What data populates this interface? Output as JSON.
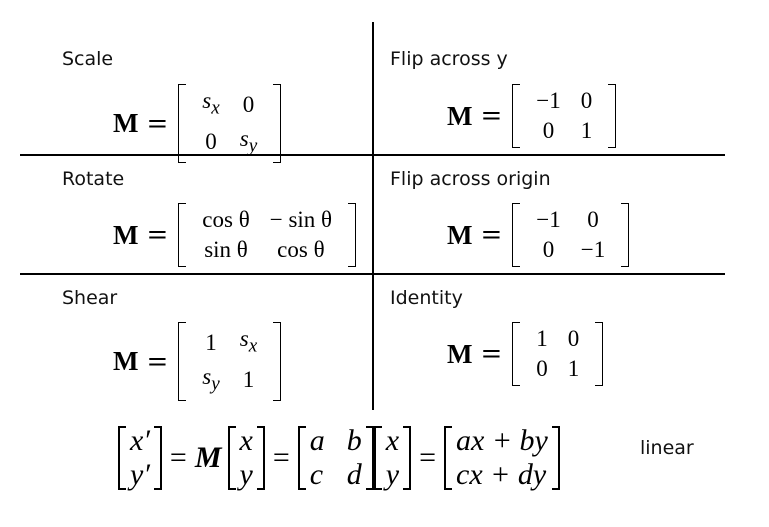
{
  "cells": {
    "scale": {
      "title": "Scale",
      "lhs": "M",
      "rows": [
        [
          "s_x",
          "0"
        ],
        [
          "0",
          "s_y"
        ]
      ]
    },
    "flip_y": {
      "title": "Flip across y",
      "lhs": "M",
      "rows": [
        [
          "−1",
          "0"
        ],
        [
          "0",
          "1"
        ]
      ]
    },
    "rotate": {
      "title": "Rotate",
      "lhs": "M",
      "rows": [
        [
          "cos θ",
          "− sin θ"
        ],
        [
          "sin θ",
          "cos θ"
        ]
      ]
    },
    "flip_origin": {
      "title": "Flip across origin",
      "lhs": "M",
      "rows": [
        [
          "−1",
          "0"
        ],
        [
          "0",
          "−1"
        ]
      ]
    },
    "shear": {
      "title": "Shear",
      "lhs": "M",
      "rows": [
        [
          "1",
          "s_x"
        ],
        [
          "s_y",
          "1"
        ]
      ]
    },
    "identity": {
      "title": "Identity",
      "lhs": "M",
      "rows": [
        [
          "1",
          "0"
        ],
        [
          "0",
          "1"
        ]
      ]
    }
  },
  "linear_equation": {
    "lhs_vector": [
      "x′",
      "y′"
    ],
    "M": "M",
    "abcd": [
      [
        "a",
        "b"
      ],
      [
        "c",
        "d"
      ]
    ],
    "xy_vector": [
      "x",
      "y"
    ],
    "result": [
      "ax + by",
      "cx + dy"
    ],
    "label": "linear"
  }
}
